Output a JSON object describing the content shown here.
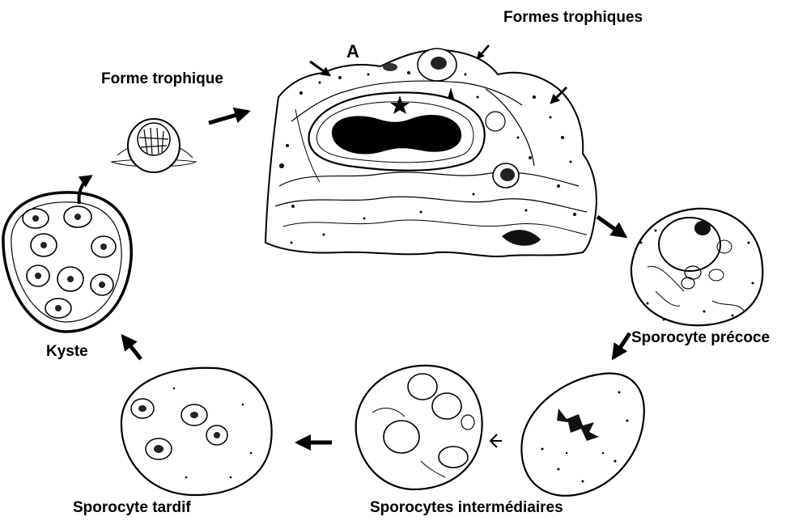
{
  "labels": {
    "formes_trophiques": "Formes trophiques",
    "forme_trophique": "Forme trophique",
    "panel_letter": "A",
    "sporocyte_precoce": "Sporocyte précoce",
    "kyste": "Kyste",
    "sporocyte_tardif": "Sporocyte tardif",
    "sporocytes_intermediaires": "Sporocytes intermédiaires"
  },
  "colors": {
    "ink": "#000000",
    "paper": "#ffffff"
  },
  "icons": {
    "arrow": "solid-arrow",
    "hollow_arrow": "open-arrowhead",
    "star": "star-marker",
    "curved_arrow": "curved-arrow"
  }
}
